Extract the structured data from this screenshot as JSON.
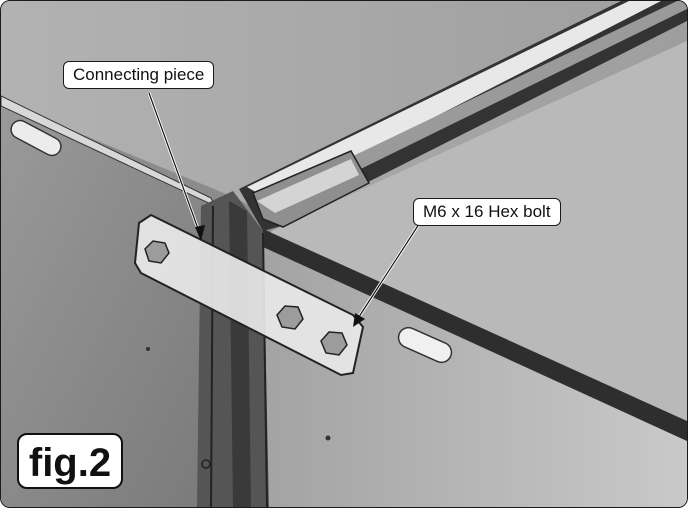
{
  "callouts": {
    "connecting_piece": "Connecting piece",
    "hex_bolt": "M6 x 16 Hex bolt"
  },
  "figure_label": "fig.2",
  "colors": {
    "panel_dark": "#8a8a8a",
    "panel_light": "#bdbdbd",
    "frame_dark": "#2c2c2c",
    "plate": "#e6e6e6"
  }
}
